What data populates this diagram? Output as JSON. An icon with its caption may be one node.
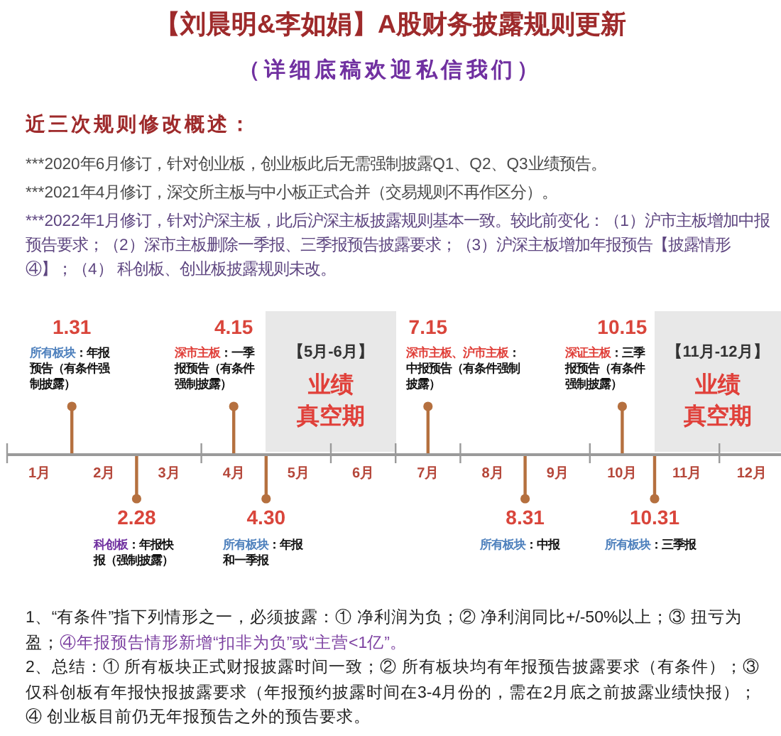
{
  "diagram": {
    "title": "【刘晨明&李如娟】A股财务披露规则更新",
    "nodes": [
      {
        "text": [
          "1.31",
          "所有板块",
          "：年报预告（有条件强制披露）"
        ]
      },
      {
        "text": [
          "4.15",
          "深市主板",
          "：一季报预告（有条件强制披露）"
        ]
      },
      {
        "text": [
          "【5月-6月】",
          "业绩",
          "真空期"
        ]
      },
      {
        "text": [
          "7.15",
          "深市主板、沪市主板",
          "：中报预告（有条件强制披露）"
        ]
      },
      {
        "text": [
          "10.15",
          "深证主板",
          "：三季报预告（有条件强制披露）"
        ]
      },
      {
        "text": [
          "【11月-12月】",
          "业绩",
          "真空期"
        ]
      },
      {
        "text": [],
        "shape": "line",
        "beside": [
          "1月",
          "2月",
          "3月",
          "4月",
          "5月",
          "6月",
          "7月",
          "8月",
          "9月",
          "10月",
          "11月",
          "12月"
        ]
      },
      {
        "text": [
          "2.28",
          "科创板",
          "：年报快报（强制披露）"
        ]
      },
      {
        "text": [
          "4.30",
          "所有板块",
          "：年报和一季报"
        ]
      },
      {
        "text": [
          "8.31",
          "所有板块",
          "：中报"
        ]
      },
      {
        "text": [
          "10.31",
          "所有板块",
          "：三季报"
        ]
      }
    ],
    "edges": [
      {
        "from": 0,
        "to": 6,
        "arrow": "other"
      },
      {
        "from": 1,
        "to": 6,
        "arrow": "other"
      },
      {
        "from": 3,
        "to": 6,
        "arrow": "other"
      },
      {
        "from": 4,
        "to": 6,
        "arrow": "other"
      },
      {
        "from": 7,
        "to": 6,
        "arrow": "other"
      },
      {
        "from": 8,
        "to": 6,
        "arrow": "other"
      },
      {
        "from": 9,
        "to": 6,
        "arrow": "other"
      },
      {
        "from": 10,
        "to": 6,
        "arrow": "other"
      }
    ],
    "labels": [
      "（详细底稿欢迎私信我们）",
      "近三次规则修改概述：",
      "***2020年6月修订，针对创业板，创业板此后无需强制披露Q1、Q2、Q3业绩预告。",
      "***2021年4月修订，深交所主板与中小板正式合并（交易规则不再作区分）。",
      "***2022年1月修订，针对沪深主板，此后沪深主板披露规则基本一致。较此前变化：（1）沪市主板增加中报预告要求；（2）深市主板删除一季报、三季报预告披露要求；（3）沪深主板增加年报预告【披露情形④】；（4） 科创板、创业板披露规则未改。",
      "1、“有条件”指下列情形之一，必须披露：① 净利润为负；② 净利润同比+/-50%以上；③ 扭亏为盈；",
      "④年报预告情形新增“扣非为负”或“主营<1亿”。",
      "2、总结：① 所有板块正式财报披露时间一致；② 所有板块均有年报预告披露要求（有条件）；③ 仅科创板有年报快报披露要求（年报预约披露时间在3-4月份的，需在2月底之前披露业绩快报）；④ 创业板目前仍无年报预告之外的预告要求。"
    ]
  }
}
